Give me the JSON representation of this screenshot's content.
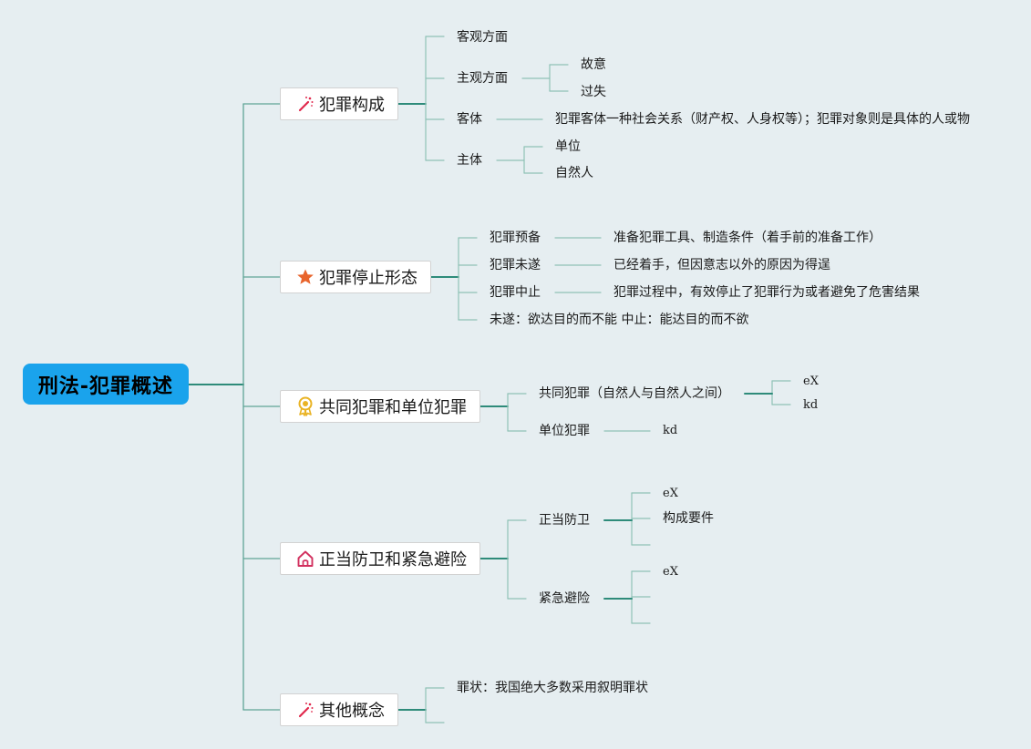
{
  "root": {
    "title": "刑法-犯罪概述"
  },
  "branches": {
    "b1": {
      "label": "犯罪构成",
      "icon": "magic-wand-icon",
      "objective": "客观方面",
      "subjective": "主观方面",
      "intent": "故意",
      "negligence": "过失",
      "object": "客体",
      "object_desc": "犯罪客体一种社会关系（财产权、人身权等）；犯罪对象则是具体的人或物",
      "subject": "主体",
      "unit": "单位",
      "natural_person": "自然人"
    },
    "b2": {
      "label": "犯罪停止形态",
      "icon": "star-icon",
      "prep": "犯罪预备",
      "prep_desc": "准备犯罪工具、制造条件（着手前的准备工作）",
      "attempt": "犯罪未遂",
      "attempt_desc": "已经着手，但因意志以外的原因为得逞",
      "discontinue": "犯罪中止",
      "discontinue_desc": "犯罪过程中，有效停止了犯罪行为或者避免了危害结果",
      "note": "未遂：欲达目的而不能 中止：能达目的而不欲"
    },
    "b3": {
      "label": "共同犯罪和单位犯罪",
      "icon": "award-ribbon-icon",
      "joint": "共同犯罪（自然人与自然人之间）",
      "joint_c1": "eX",
      "joint_c2": "kd",
      "unit": "单位犯罪",
      "unit_c1": "kd"
    },
    "b4": {
      "label": "正当防卫和紧急避险",
      "icon": "house-icon",
      "defense": "正当防卫",
      "defense_c1": "eX",
      "defense_c2": "构成要件",
      "necessity": "紧急避险",
      "necessity_c1": "eX"
    },
    "b5": {
      "label": "其他概念",
      "icon": "magic-wand-icon",
      "charge": "罪状：我国绝大多数采用叙明罪状"
    }
  },
  "colors": {
    "root": "#1aa3ec",
    "line": "#2e8b7a",
    "background": "#e6eef1",
    "wand": "#e0284c",
    "star": "#e8642c",
    "ribbon": "#e9b324",
    "house": "#d2305e"
  }
}
